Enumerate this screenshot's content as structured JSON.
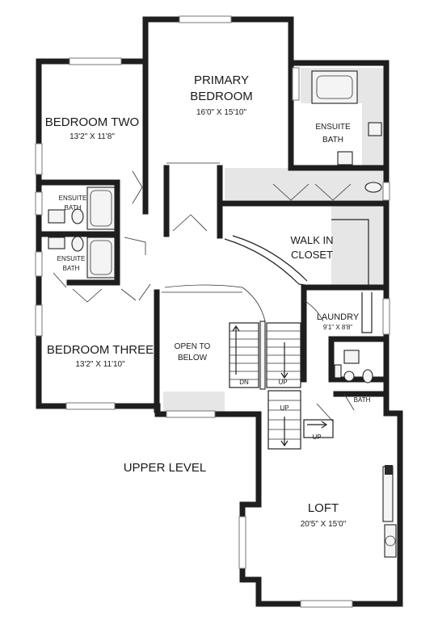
{
  "plan": {
    "level": "UPPER LEVEL",
    "rooms": {
      "primary_bedroom": {
        "name_line1": "PRIMARY",
        "name_line2": "BEDROOM",
        "dims": "16'0\" X 15'10\""
      },
      "bedroom_two": {
        "name": "BEDROOM TWO",
        "dims": "13'2\" X 11'8\""
      },
      "bedroom_three": {
        "name": "BEDROOM THREE",
        "dims": "13'2\" X 11'10\""
      },
      "ensuite_bath_primary": {
        "name_line1": "ENSUITE",
        "name_line2": "BATH"
      },
      "ensuite_bath_upper": {
        "name_line1": "ENSUITE",
        "name_line2": "BATH"
      },
      "ensuite_bath_lower": {
        "name_line1": "ENSUITE",
        "name_line2": "BATH"
      },
      "walk_in_closet": {
        "name_line1": "WALK IN",
        "name_line2": "CLOSET"
      },
      "laundry": {
        "name": "LAUNDRY",
        "dims": "9'1\" X 8'8\""
      },
      "open_to_below": {
        "name_line1": "OPEN TO",
        "name_line2": "BELOW"
      },
      "bath": {
        "name": "BATH"
      },
      "loft": {
        "name": "LOFT",
        "dims": "20'5\" X 15'0\""
      }
    },
    "stairs": {
      "down": "DN",
      "up_main": "UP",
      "up_mid": "UP",
      "up_side": "UP"
    }
  }
}
